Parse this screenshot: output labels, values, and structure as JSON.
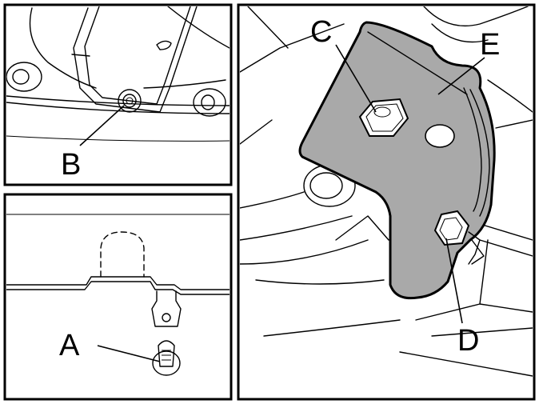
{
  "labels": {
    "a": "A",
    "b": "B",
    "c": "C",
    "d": "D",
    "e": "E"
  },
  "colors": {
    "bracket_fill": "#a9a9a9",
    "line": "#000000",
    "background": "#ffffff"
  }
}
